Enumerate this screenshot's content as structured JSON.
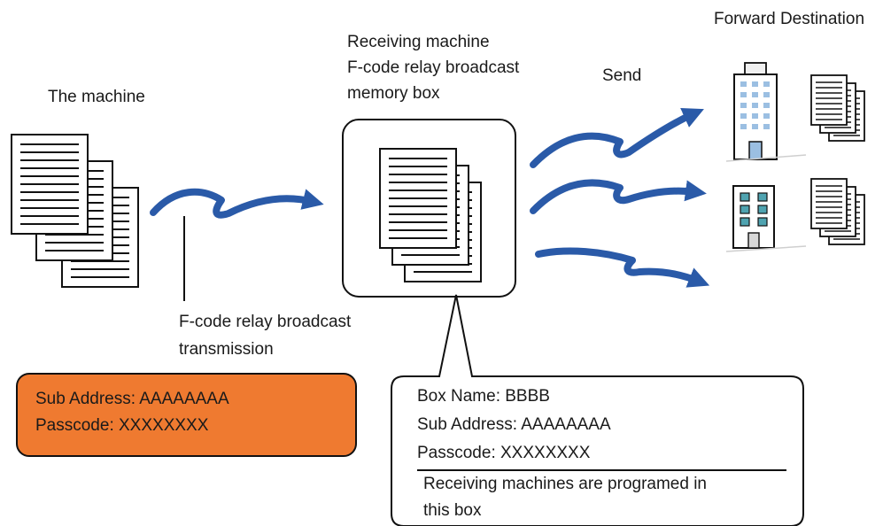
{
  "labels": {
    "the_machine": "The machine",
    "receiving_line1": "Receiving machine",
    "receiving_line2": "F-code relay broadcast",
    "receiving_line3": "memory box",
    "send": "Send",
    "forward_destination": "Forward Destination",
    "transmission_line1": "F-code relay broadcast",
    "transmission_line2": "transmission"
  },
  "sender_box": {
    "sub_address": "Sub Address: AAAAAAAA",
    "passcode": "Passcode: XXXXXXXX"
  },
  "memory_box_callout": {
    "box_name": "Box Name: BBBB",
    "sub_address": "Sub Address: AAAAAAAA",
    "passcode": "Passcode: XXXXXXXX",
    "note_line1": "Receiving machines are programed in",
    "note_line2": "this box"
  },
  "colors": {
    "arrow": "#2a5aa8",
    "sender_box_fill": "#ef7a30",
    "building_blue": "#9bbfe2",
    "building_teal": "#4fa3b0"
  }
}
